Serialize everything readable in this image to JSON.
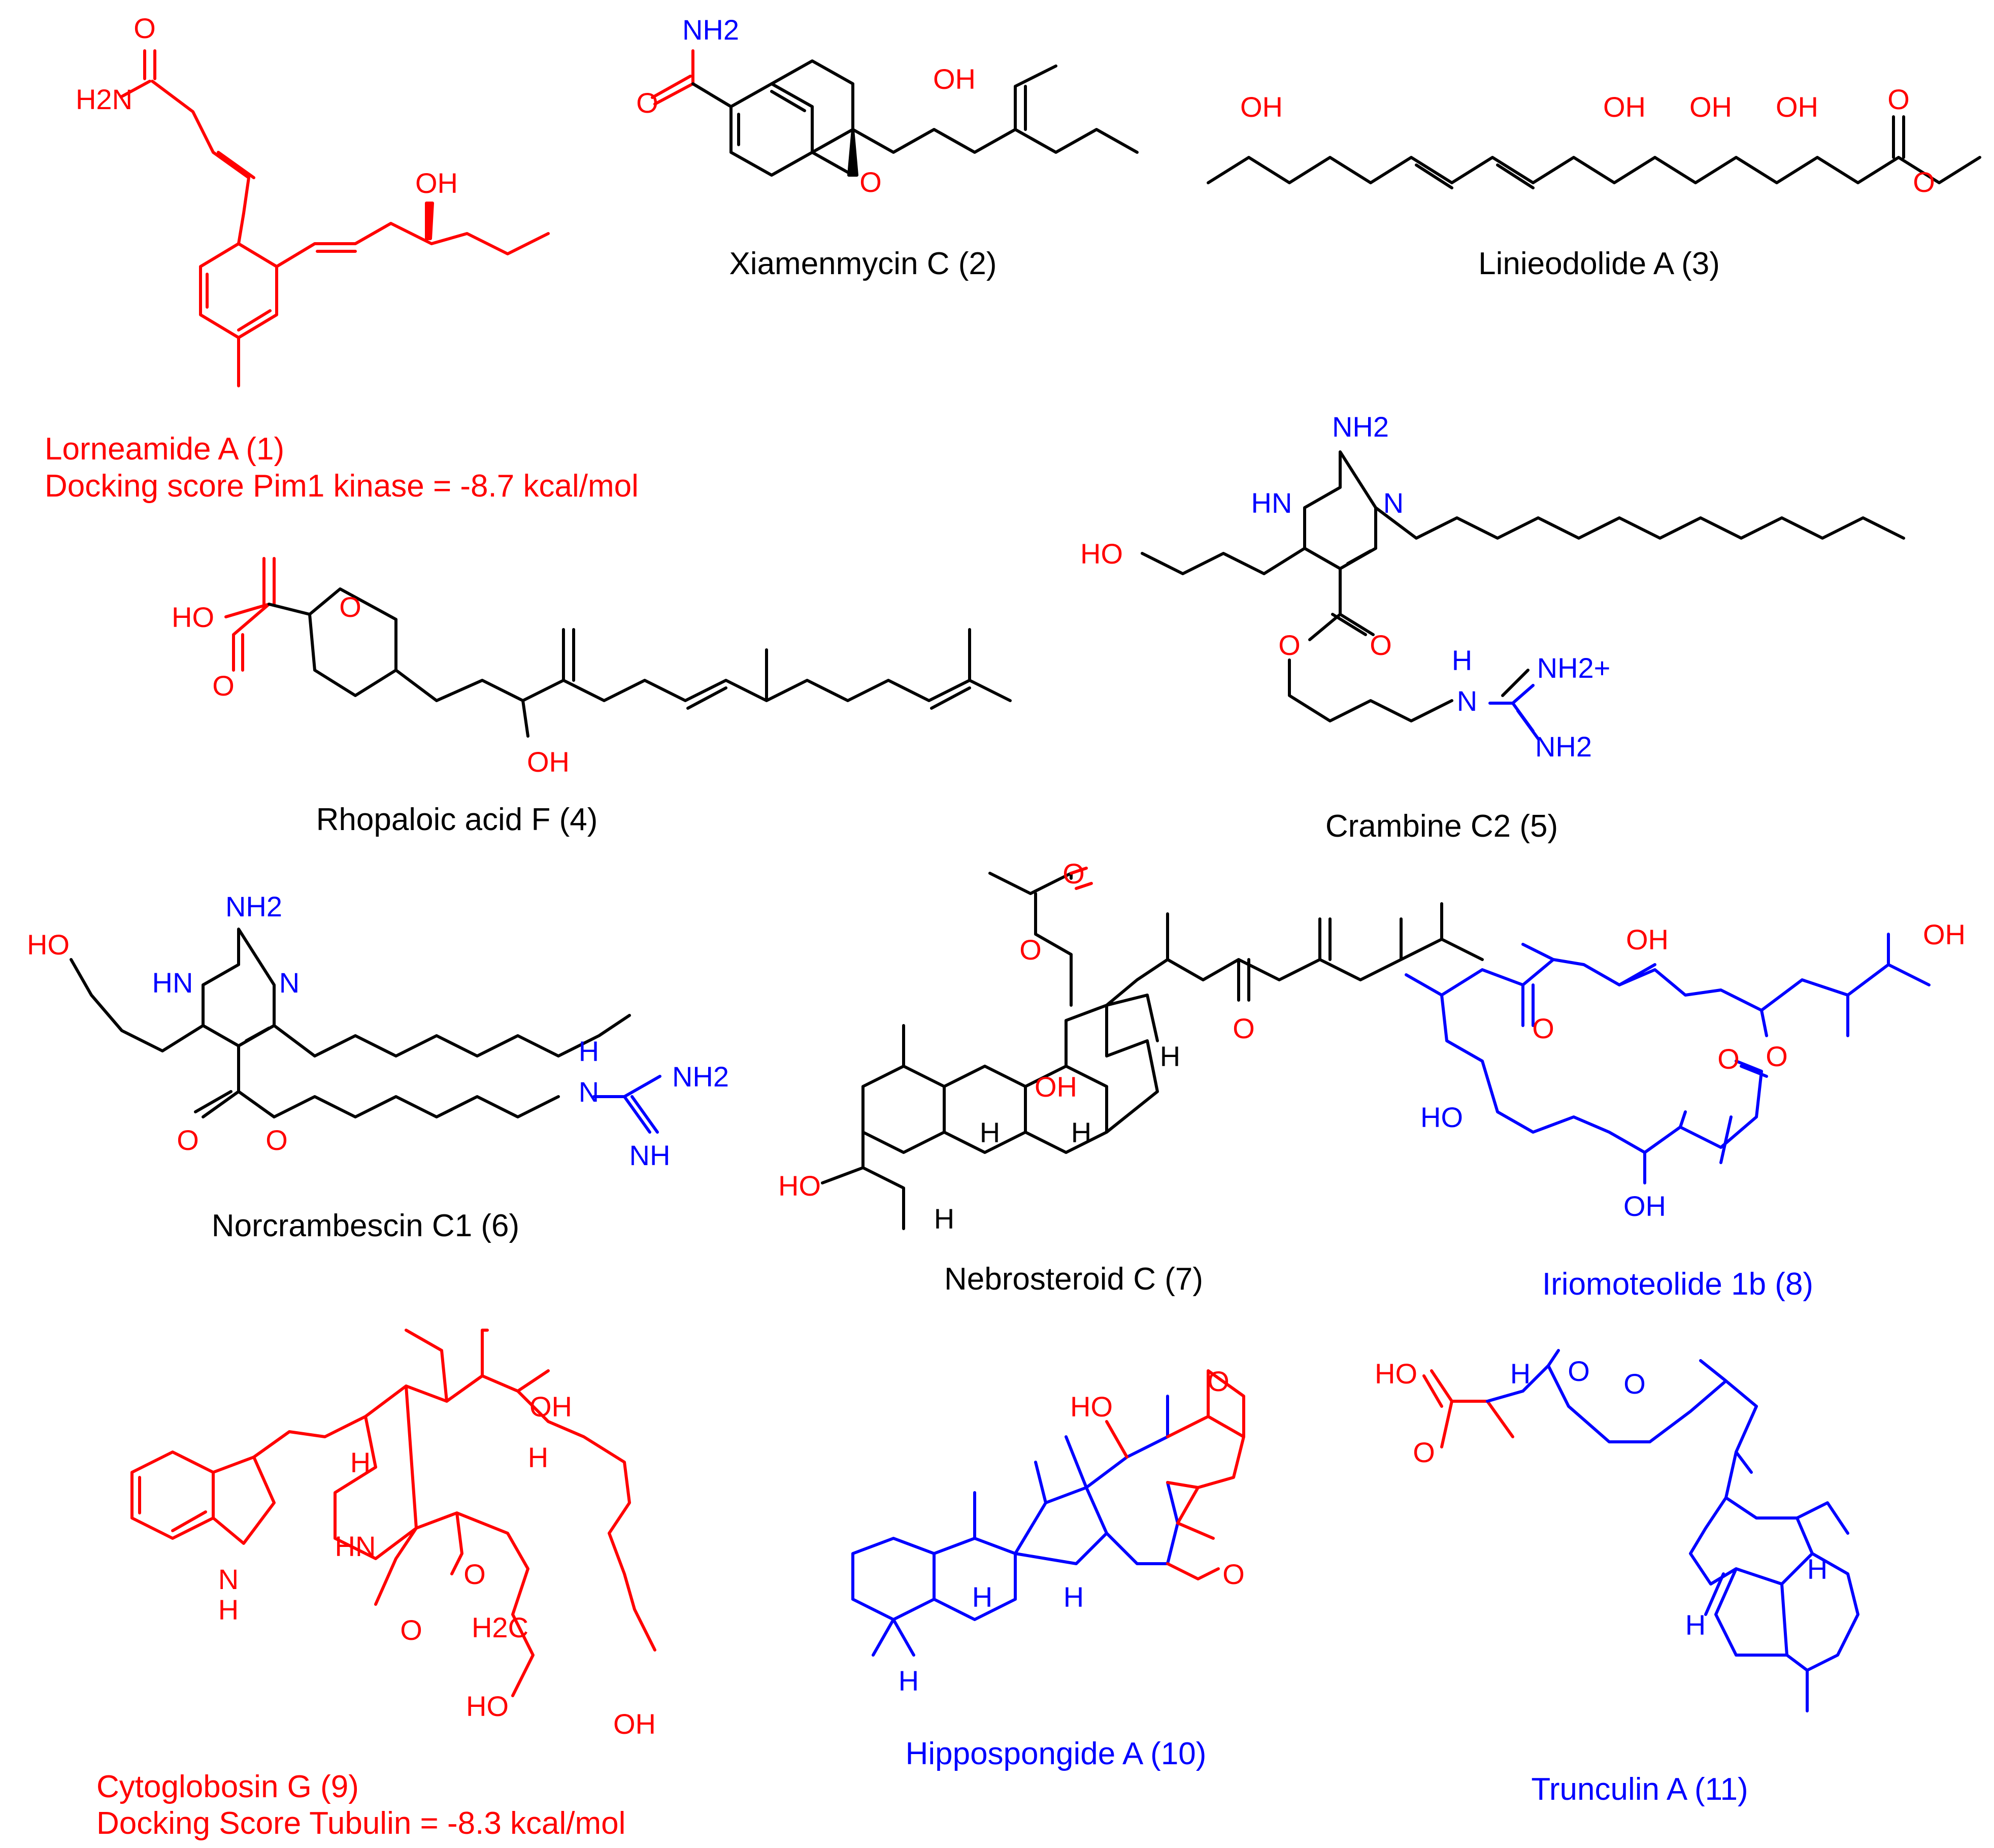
{
  "colors": {
    "highlight_red": "#ff0000",
    "highlight_blue": "#0000ff",
    "default": "#000000"
  },
  "compounds": [
    {
      "name": "Lorneamide A (1)",
      "note": "Docking score Pim1 kinase = -8.7 kcal/mol",
      "color": "#ff0000",
      "atoms": {
        "o": "O",
        "nh2": "H2N",
        "oh": "OH"
      }
    },
    {
      "name": "Xiamenmycin C (2)",
      "color": "#000000",
      "atoms": {
        "nh2": "NH2",
        "o": "O",
        "oh": "OH",
        "ring_o": "O"
      }
    },
    {
      "name": "Linieodolide A (3)",
      "color": "#000000",
      "atoms": {
        "oh1": "OH",
        "oh2": "OH",
        "oh3": "OH",
        "oh4": "OH",
        "o1": "O",
        "o2": "O"
      }
    },
    {
      "name": "Rhopaloic acid F (4)",
      "color": "#000000",
      "atoms": {
        "ho": "HO",
        "o": "O",
        "ring_o": "O",
        "oh": "OH"
      }
    },
    {
      "name": "Crambine C2 (5)",
      "color": "#000000",
      "atoms": {
        "nh2": "NH2",
        "hn": "HN",
        "n": "N",
        "ho": "HO",
        "o1": "O",
        "o2": "O",
        "h": "H",
        "n2": "N",
        "nh2p": "NH2+",
        "nh2b": "NH2"
      }
    },
    {
      "name": "Norcrambescin C1 (6)",
      "color": "#000000",
      "atoms": {
        "nh2": "NH2",
        "hn": "HN",
        "n": "N",
        "ho": "HO",
        "o1": "O",
        "o2": "O",
        "h": "H",
        "n2": "N",
        "nh2b": "NH2",
        "nh": "NH"
      }
    },
    {
      "name": "Nebrosteroid C (7)",
      "color": "#000000",
      "atoms": {
        "o1": "O",
        "o2": "O",
        "o3": "O",
        "oh": "OH",
        "h1": "H",
        "h2": "H",
        "h3": "H",
        "h4": "H",
        "ho": "HO"
      }
    },
    {
      "name": "Iriomoteolide 1b (8)",
      "color": "#0000ff",
      "atoms": {
        "oh1": "OH",
        "oh2": "OH",
        "o1": "O",
        "o2": "O",
        "o3": "O",
        "ho": "HO",
        "oh3": "OH"
      }
    },
    {
      "name": "Cytoglobosin G (9)",
      "note": "Docking Score Tubulin = -8.3 kcal/mol",
      "color": "#ff0000",
      "atoms": {
        "oh1": "OH",
        "h1": "H",
        "h2": "H",
        "hn": "HN",
        "nh": "N",
        "h3": "H",
        "o1": "O",
        "o2": "O",
        "h2c": "H2C",
        "ho": "HO",
        "oh2": "OH"
      }
    },
    {
      "name": "Hippospongide A (10)",
      "color": "#0000ff",
      "atoms": {
        "ho": "HO",
        "o_furan": "O",
        "o": "O",
        "h1": "H",
        "h2": "H",
        "h3": "H"
      }
    },
    {
      "name": "Trunculin A (11)",
      "color": "#0000ff",
      "atoms": {
        "ho": "HO",
        "o": "O",
        "h1": "H",
        "oo1": "O",
        "oo2": "O",
        "h2": "H",
        "h3": "H"
      }
    }
  ]
}
